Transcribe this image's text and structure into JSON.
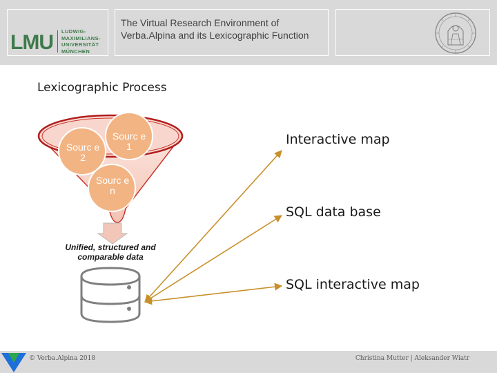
{
  "header": {
    "logo_text": "LMU",
    "university_lines": [
      "LUDWIG-",
      "MAXIMILIANS-",
      "UNIVERSITÄT",
      "MÜNCHEN"
    ],
    "slide_title": "The Virtual Research Environment of Verba.Alpina and its Lexicographic Function"
  },
  "section_title": "Lexicographic Process",
  "funnel": {
    "sources": [
      {
        "label": "Sourc e 2"
      },
      {
        "label": "Sourc e 1"
      },
      {
        "label": "Sourc e n"
      }
    ],
    "output_label": "Unified, structured and comparable data"
  },
  "outputs": [
    {
      "label": "Interactive map"
    },
    {
      "label": "SQL data base"
    },
    {
      "label": "SQL interactive map"
    }
  ],
  "footer": {
    "left": "© Verba.Alpina 2018",
    "right": "Christina Mutter | Aleksander Wiatr"
  },
  "colors": {
    "header_bg": "#d9d9d9",
    "lmu_green": "#3f7a4b",
    "funnel_fill": "#f8d6cd",
    "funnel_ring": "#b11d1d",
    "source_circle": "#f2b483",
    "arrow": "#c8902a",
    "db_stroke": "#7f7f7f"
  }
}
